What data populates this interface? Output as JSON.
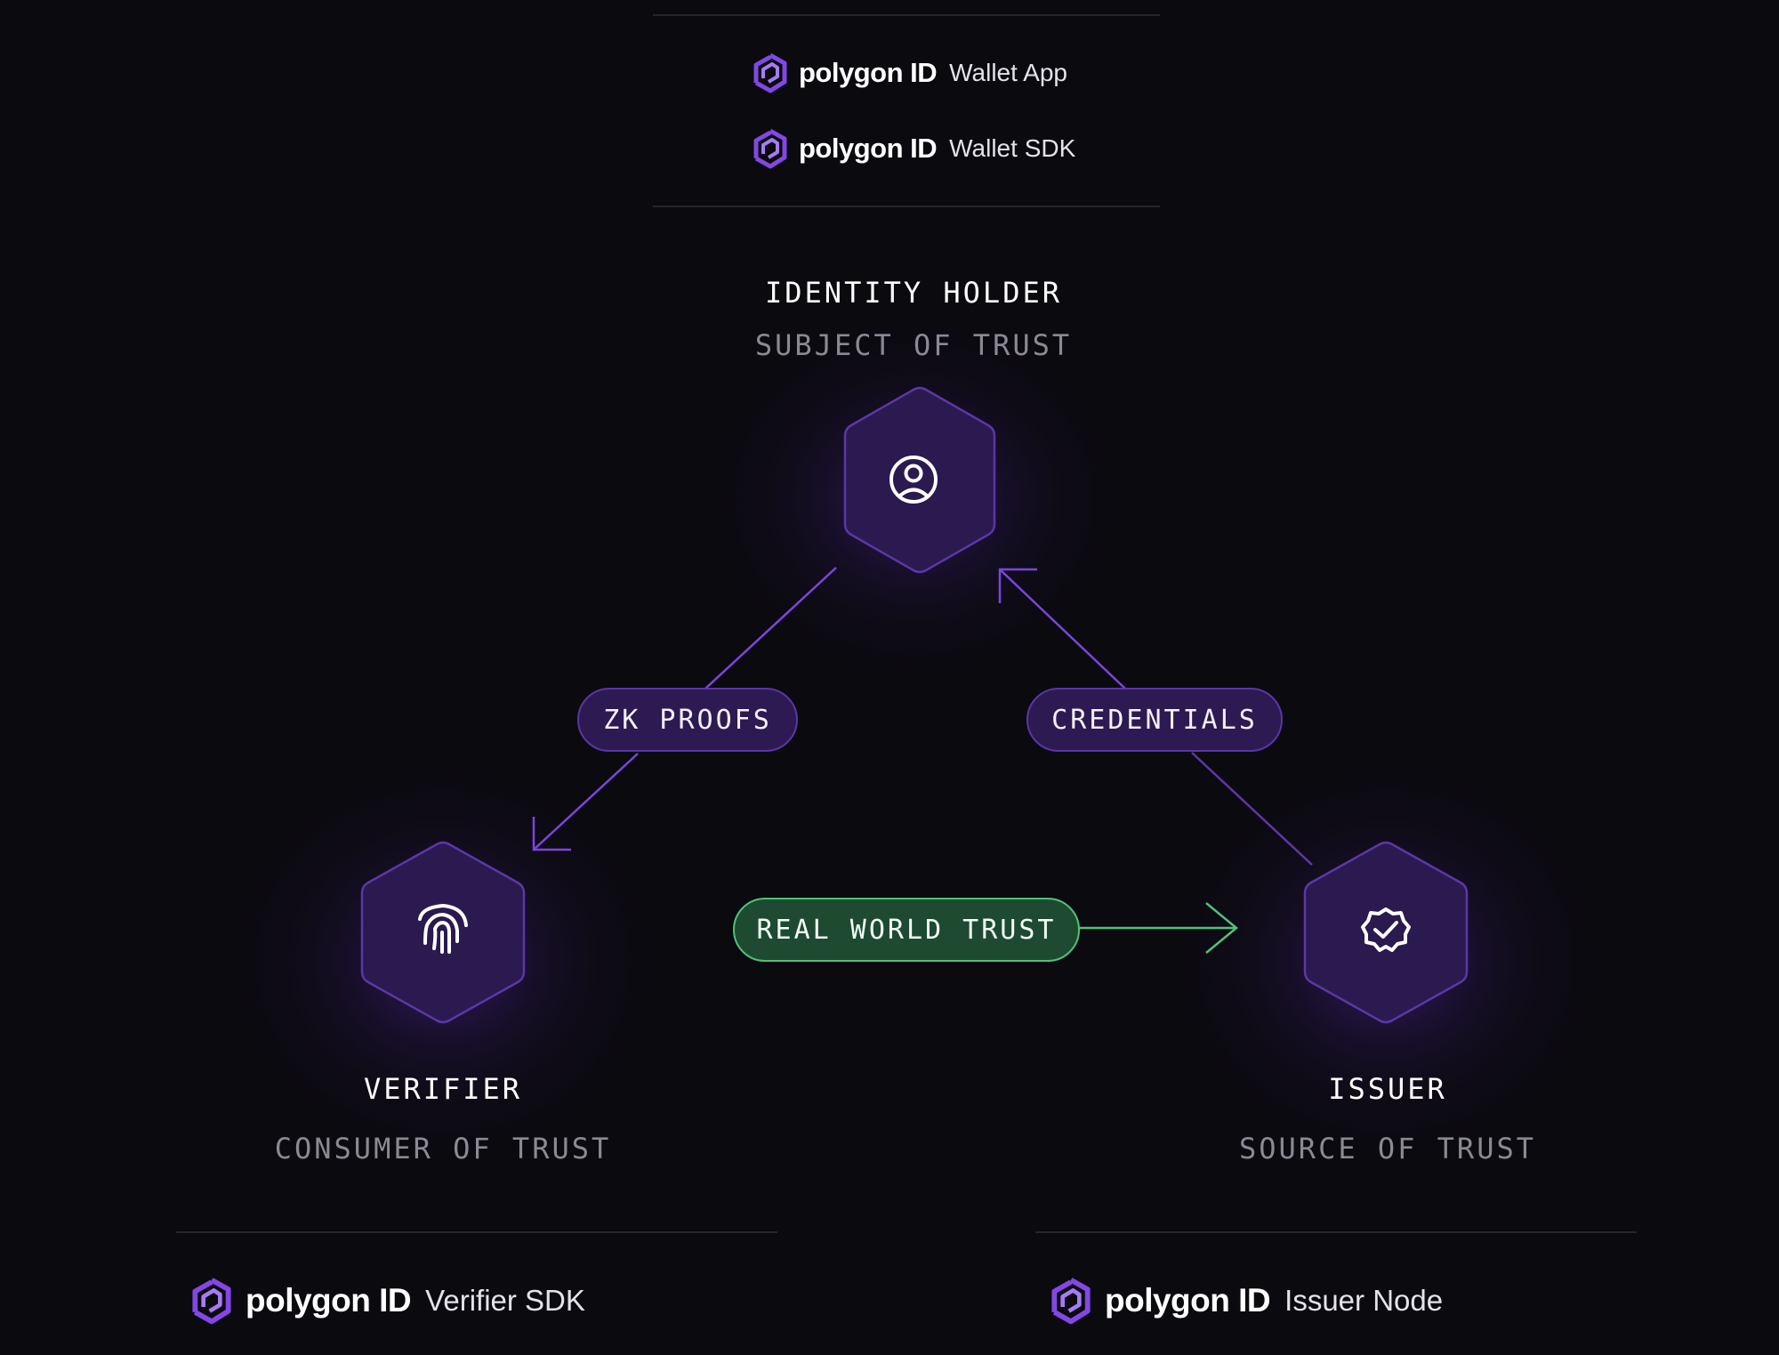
{
  "brand": {
    "wordmark": "polygon ID",
    "accent_color": "#8247e5"
  },
  "header": {
    "products": [
      {
        "wordmark": "polygon ID",
        "product": "Wallet App"
      },
      {
        "wordmark": "polygon ID",
        "product": "Wallet SDK"
      }
    ]
  },
  "roles": {
    "holder": {
      "title": "IDENTITY HOLDER",
      "subtitle": "SUBJECT OF TRUST",
      "icon": "user-circle-icon"
    },
    "verifier": {
      "title": "VERIFIER",
      "subtitle": "CONSUMER OF TRUST",
      "icon": "fingerprint-icon"
    },
    "issuer": {
      "title": "ISSUER",
      "subtitle": "SOURCE OF TRUST",
      "icon": "badge-check-icon"
    }
  },
  "flows": {
    "zk_proofs": "ZK PROOFS",
    "credentials": "CREDENTIALS",
    "real_world_trust": "REAL WORLD TRUST"
  },
  "footer": {
    "verifier_product": {
      "wordmark": "polygon ID",
      "product": "Verifier SDK"
    },
    "issuer_product": {
      "wordmark": "polygon ID",
      "product": "Issuer Node"
    }
  },
  "colors": {
    "background": "#0b0a0f",
    "hexagon_fill": "#2a1a4f",
    "hexagon_stroke": "#5b37a8",
    "connector_purple": "#7a45e0",
    "trust_green": "#4fc27a"
  }
}
